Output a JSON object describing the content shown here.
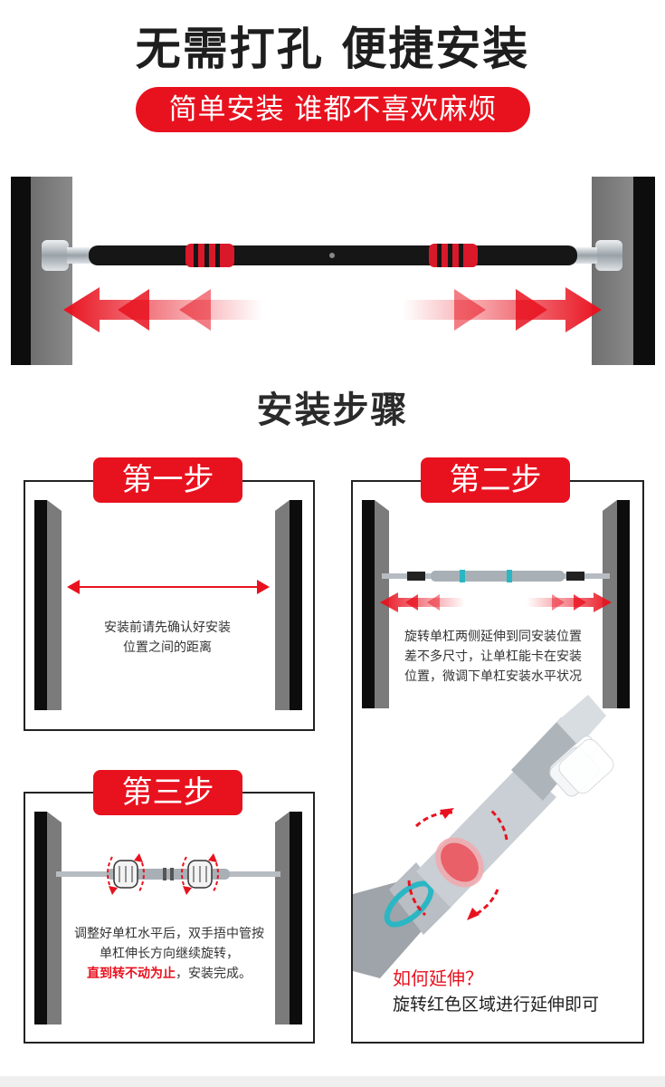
{
  "header": {
    "title": "无需打孔 便捷安装",
    "subtitle": "简单安装 谁都不喜欢麻烦"
  },
  "section_title": "安装步骤",
  "steps": [
    {
      "label": "第一步",
      "text_line1": "安装前请先确认好安装",
      "text_line2": "位置之间的距离"
    },
    {
      "label": "第二步",
      "text_line1": "旋转单杠两侧延伸到同安装位置",
      "text_line2": "差不多尺寸，让单杠能卡在安装",
      "text_line3": "位置，微调下单杠安装水平状况",
      "question": "如何延伸？",
      "answer": "旋转红色区域进行延伸即可"
    },
    {
      "label": "第三步",
      "text_line1": "调整好单杠水平后，双手捂中管按",
      "text_line2": "单杠伸长方向继续旋转，",
      "text_strong": "直到转不动为止",
      "text_tail": "，安装完成。"
    }
  ],
  "colors": {
    "accent_red": "#e8121f",
    "wall_gray": "#7b7b7b",
    "wall_edge": "#0d0d0d",
    "bar_black": "#161616",
    "bar_silver": "#a8b0b6"
  }
}
